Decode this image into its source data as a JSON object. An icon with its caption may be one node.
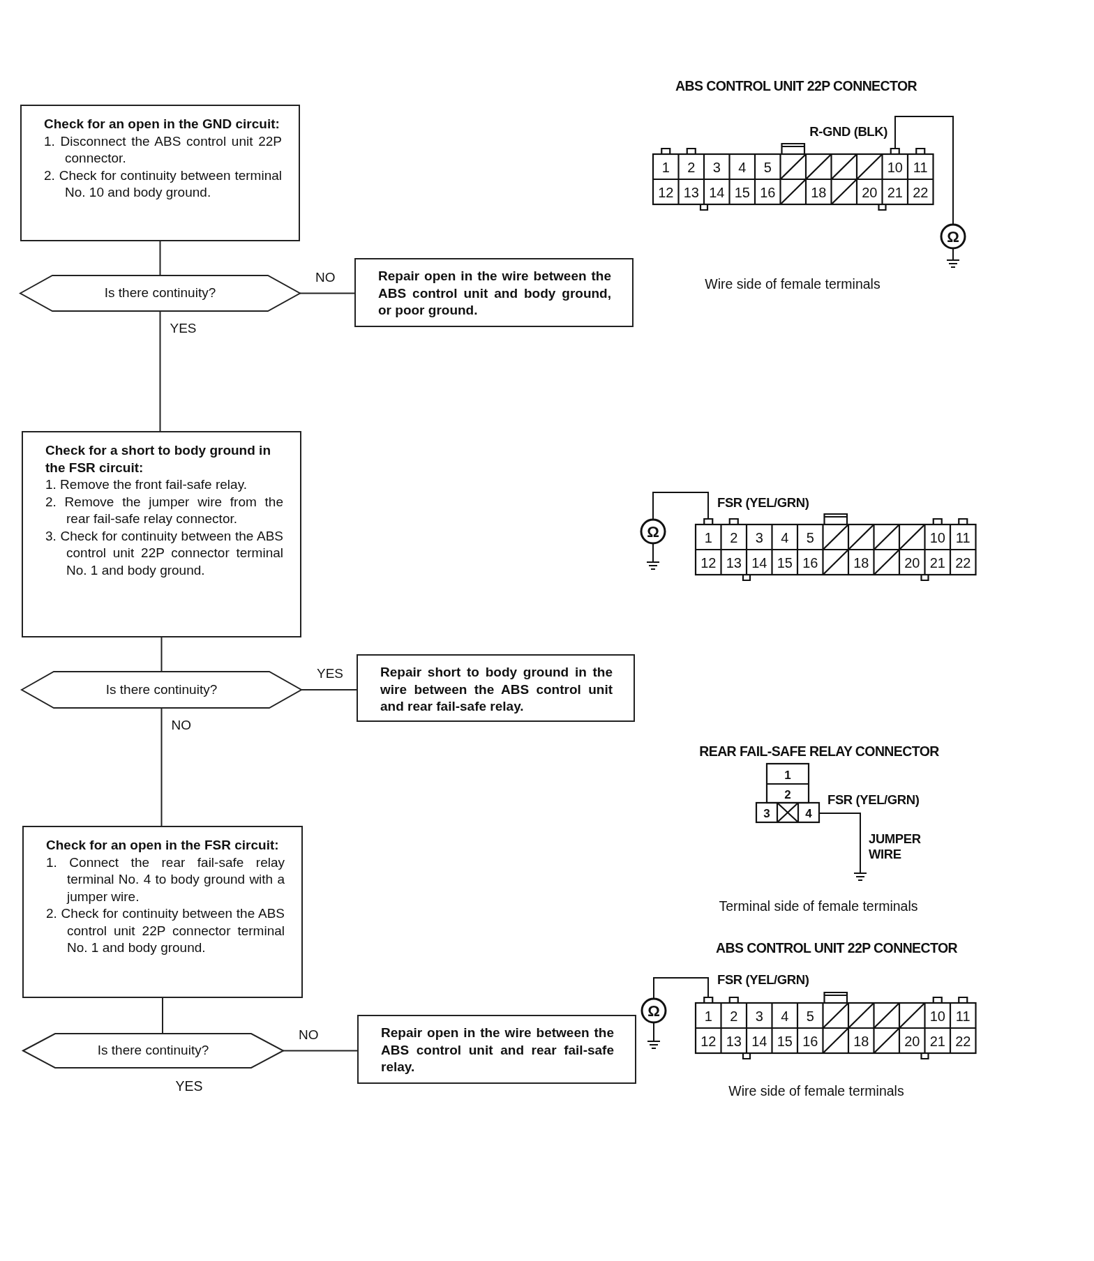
{
  "diagram": {
    "nodes": [
      {
        "text": [
          "Check for an open in the GND circuit:",
          "1. Disconnect the ABS control unit 22P connector.",
          "2. Check for continuity between terminal No. 10 and body ground."
        ]
      },
      {
        "text": [
          "Is there continuity?"
        ]
      },
      {
        "text": [
          "Repair open in the wire between the ABS control unit and body ground, or poor ground."
        ]
      },
      {
        "text": [
          "Check for a short to body ground in the FSR circuit:",
          "1. Remove the front fail-safe relay.",
          "2. Remove the jumper wire from the rear fail-safe relay connector.",
          "3. Check for continuity between the ABS control unit 22P connector terminal No. 1 and body ground."
        ]
      },
      {
        "text": [
          "Is there continuity?"
        ]
      },
      {
        "text": [
          "Repair short to body ground in the wire between the ABS control unit and rear fail-safe relay."
        ]
      },
      {
        "text": [
          "Check for an open in the FSR circuit:",
          "1. Connect the rear fail-safe relay terminal No. 4 to body ground with a jumper wire.",
          "2. Check for continuity between the ABS control unit 22P connector terminal No. 1 and body ground."
        ]
      },
      {
        "text": [
          "Is there continuity?"
        ]
      },
      {
        "text": [
          "Repair open in the wire between the ABS control unit and rear fail-safe relay."
        ]
      }
    ],
    "edges": [
      {
        "from": 0,
        "to": 1,
        "arrow": "none"
      },
      {
        "from": 1,
        "to": 2,
        "arrow": "none",
        "label": "NO"
      },
      {
        "from": 1,
        "to": 3,
        "arrow": "none",
        "label": "YES"
      },
      {
        "from": 3,
        "to": 4,
        "arrow": "none"
      },
      {
        "from": 4,
        "to": 5,
        "arrow": "none",
        "label": "YES"
      },
      {
        "from": 4,
        "to": 6,
        "arrow": "none",
        "label": "NO"
      },
      {
        "from": 6,
        "to": 7,
        "arrow": "none"
      },
      {
        "from": 7,
        "to": 8,
        "arrow": "none",
        "label": "NO"
      }
    ],
    "labels": [
      "ABS CONTROL UNIT 22P CONNECTOR",
      "R-GND (BLK)",
      "1",
      "2",
      "3",
      "4",
      "5",
      "10",
      "11",
      "12",
      "13",
      "14",
      "15",
      "16",
      "18",
      "20",
      "21",
      "22",
      "Ω",
      "Wire side of female terminals",
      "FSR (YEL/GRN)",
      "Ω",
      "1",
      "2",
      "3",
      "4",
      "5",
      "10",
      "11",
      "12",
      "13",
      "14",
      "15",
      "16",
      "18",
      "20",
      "21",
      "22",
      "REAR FAIL-SAFE RELAY CONNECTOR",
      "1",
      "2",
      "3",
      "4",
      "FSR (YEL/GRN)",
      "JUMPER WIRE",
      "Terminal side of female terminals",
      "ABS CONTROL UNIT 22P CONNECTOR",
      "FSR (YEL/GRN)",
      "Ω",
      "1",
      "2",
      "3",
      "4",
      "5",
      "10",
      "11",
      "12",
      "13",
      "14",
      "15",
      "16",
      "18",
      "20",
      "21",
      "22",
      "Wire side of female terminals",
      "YES"
    ]
  }
}
